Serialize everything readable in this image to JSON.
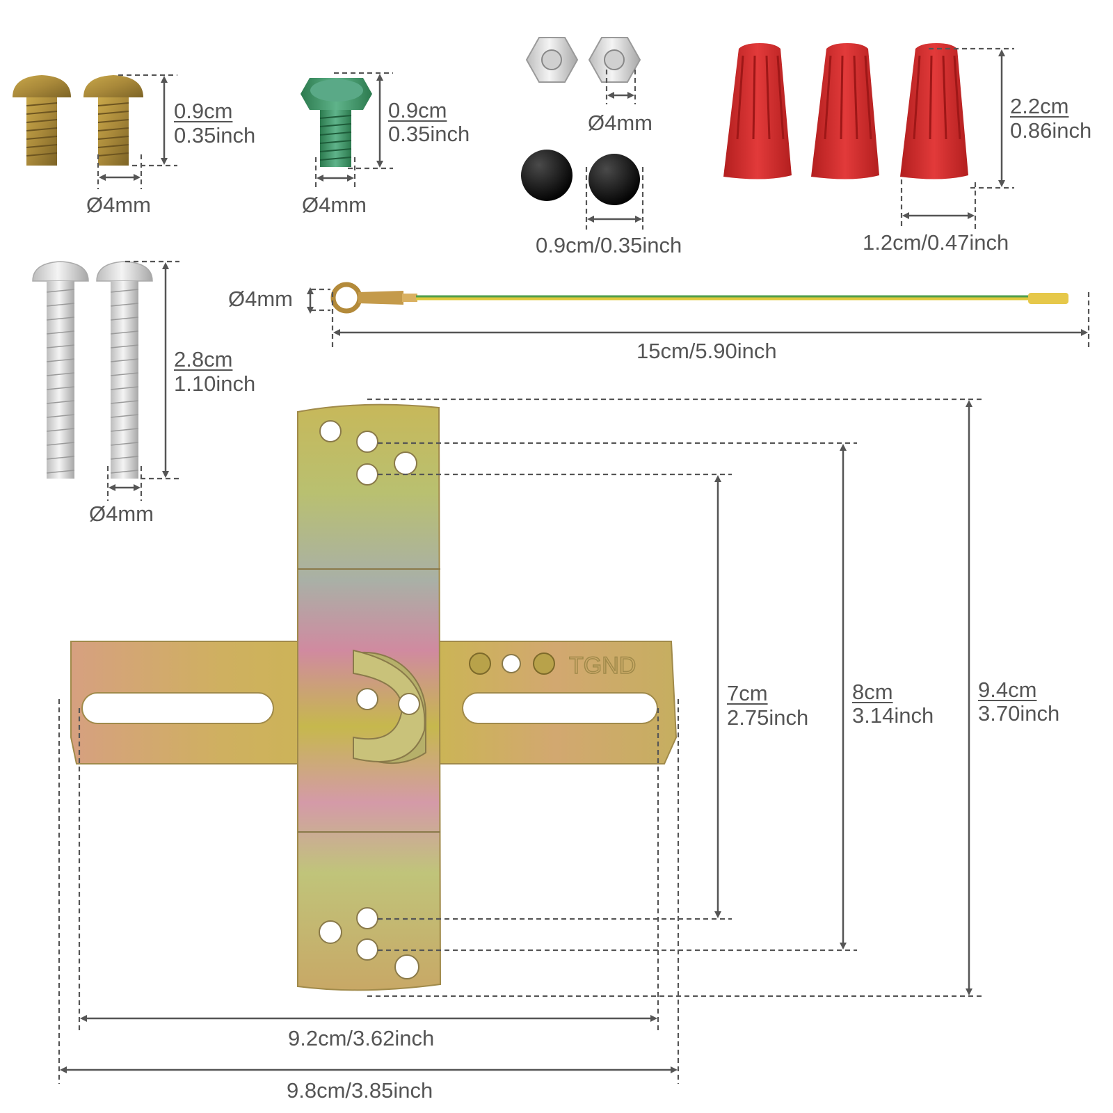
{
  "colors": {
    "dimension_line": "#555555",
    "wire_nut": "#d92b2b",
    "ground_wire": "#8fb83a",
    "bracket_brass": "#c9b04a",
    "bracket_rose": "#d6889a"
  },
  "labels": {
    "screw_brass_len_cm": "0.9cm",
    "screw_brass_len_in": "0.35inch",
    "screw_brass_dia": "Ø4mm",
    "screw_green_len_cm": "0.9cm",
    "screw_green_len_in": "0.35inch",
    "screw_green_dia": "Ø4mm",
    "hex_nut_dia": "Ø4mm",
    "cap_nut_size": "0.9cm/0.35inch",
    "wire_nut_h_cm": "2.2cm",
    "wire_nut_h_in": "0.86inch",
    "wire_nut_w": "1.2cm/0.47inch",
    "long_screw_len_cm": "2.8cm",
    "long_screw_len_in": "1.10inch",
    "long_screw_dia": "Ø4mm",
    "wire_ring_dia": "Ø4mm",
    "wire_len": "15cm/5.90inch",
    "bracket_7_cm": "7cm",
    "bracket_7_in": "2.75inch",
    "bracket_8_cm": "8cm",
    "bracket_8_in": "3.14inch",
    "bracket_94_cm": "9.4cm",
    "bracket_94_in": "3.70inch",
    "bracket_w_inner": "9.2cm/3.62inch",
    "bracket_w_outer": "9.8cm/3.85inch",
    "bracket_mark": "TGND"
  }
}
